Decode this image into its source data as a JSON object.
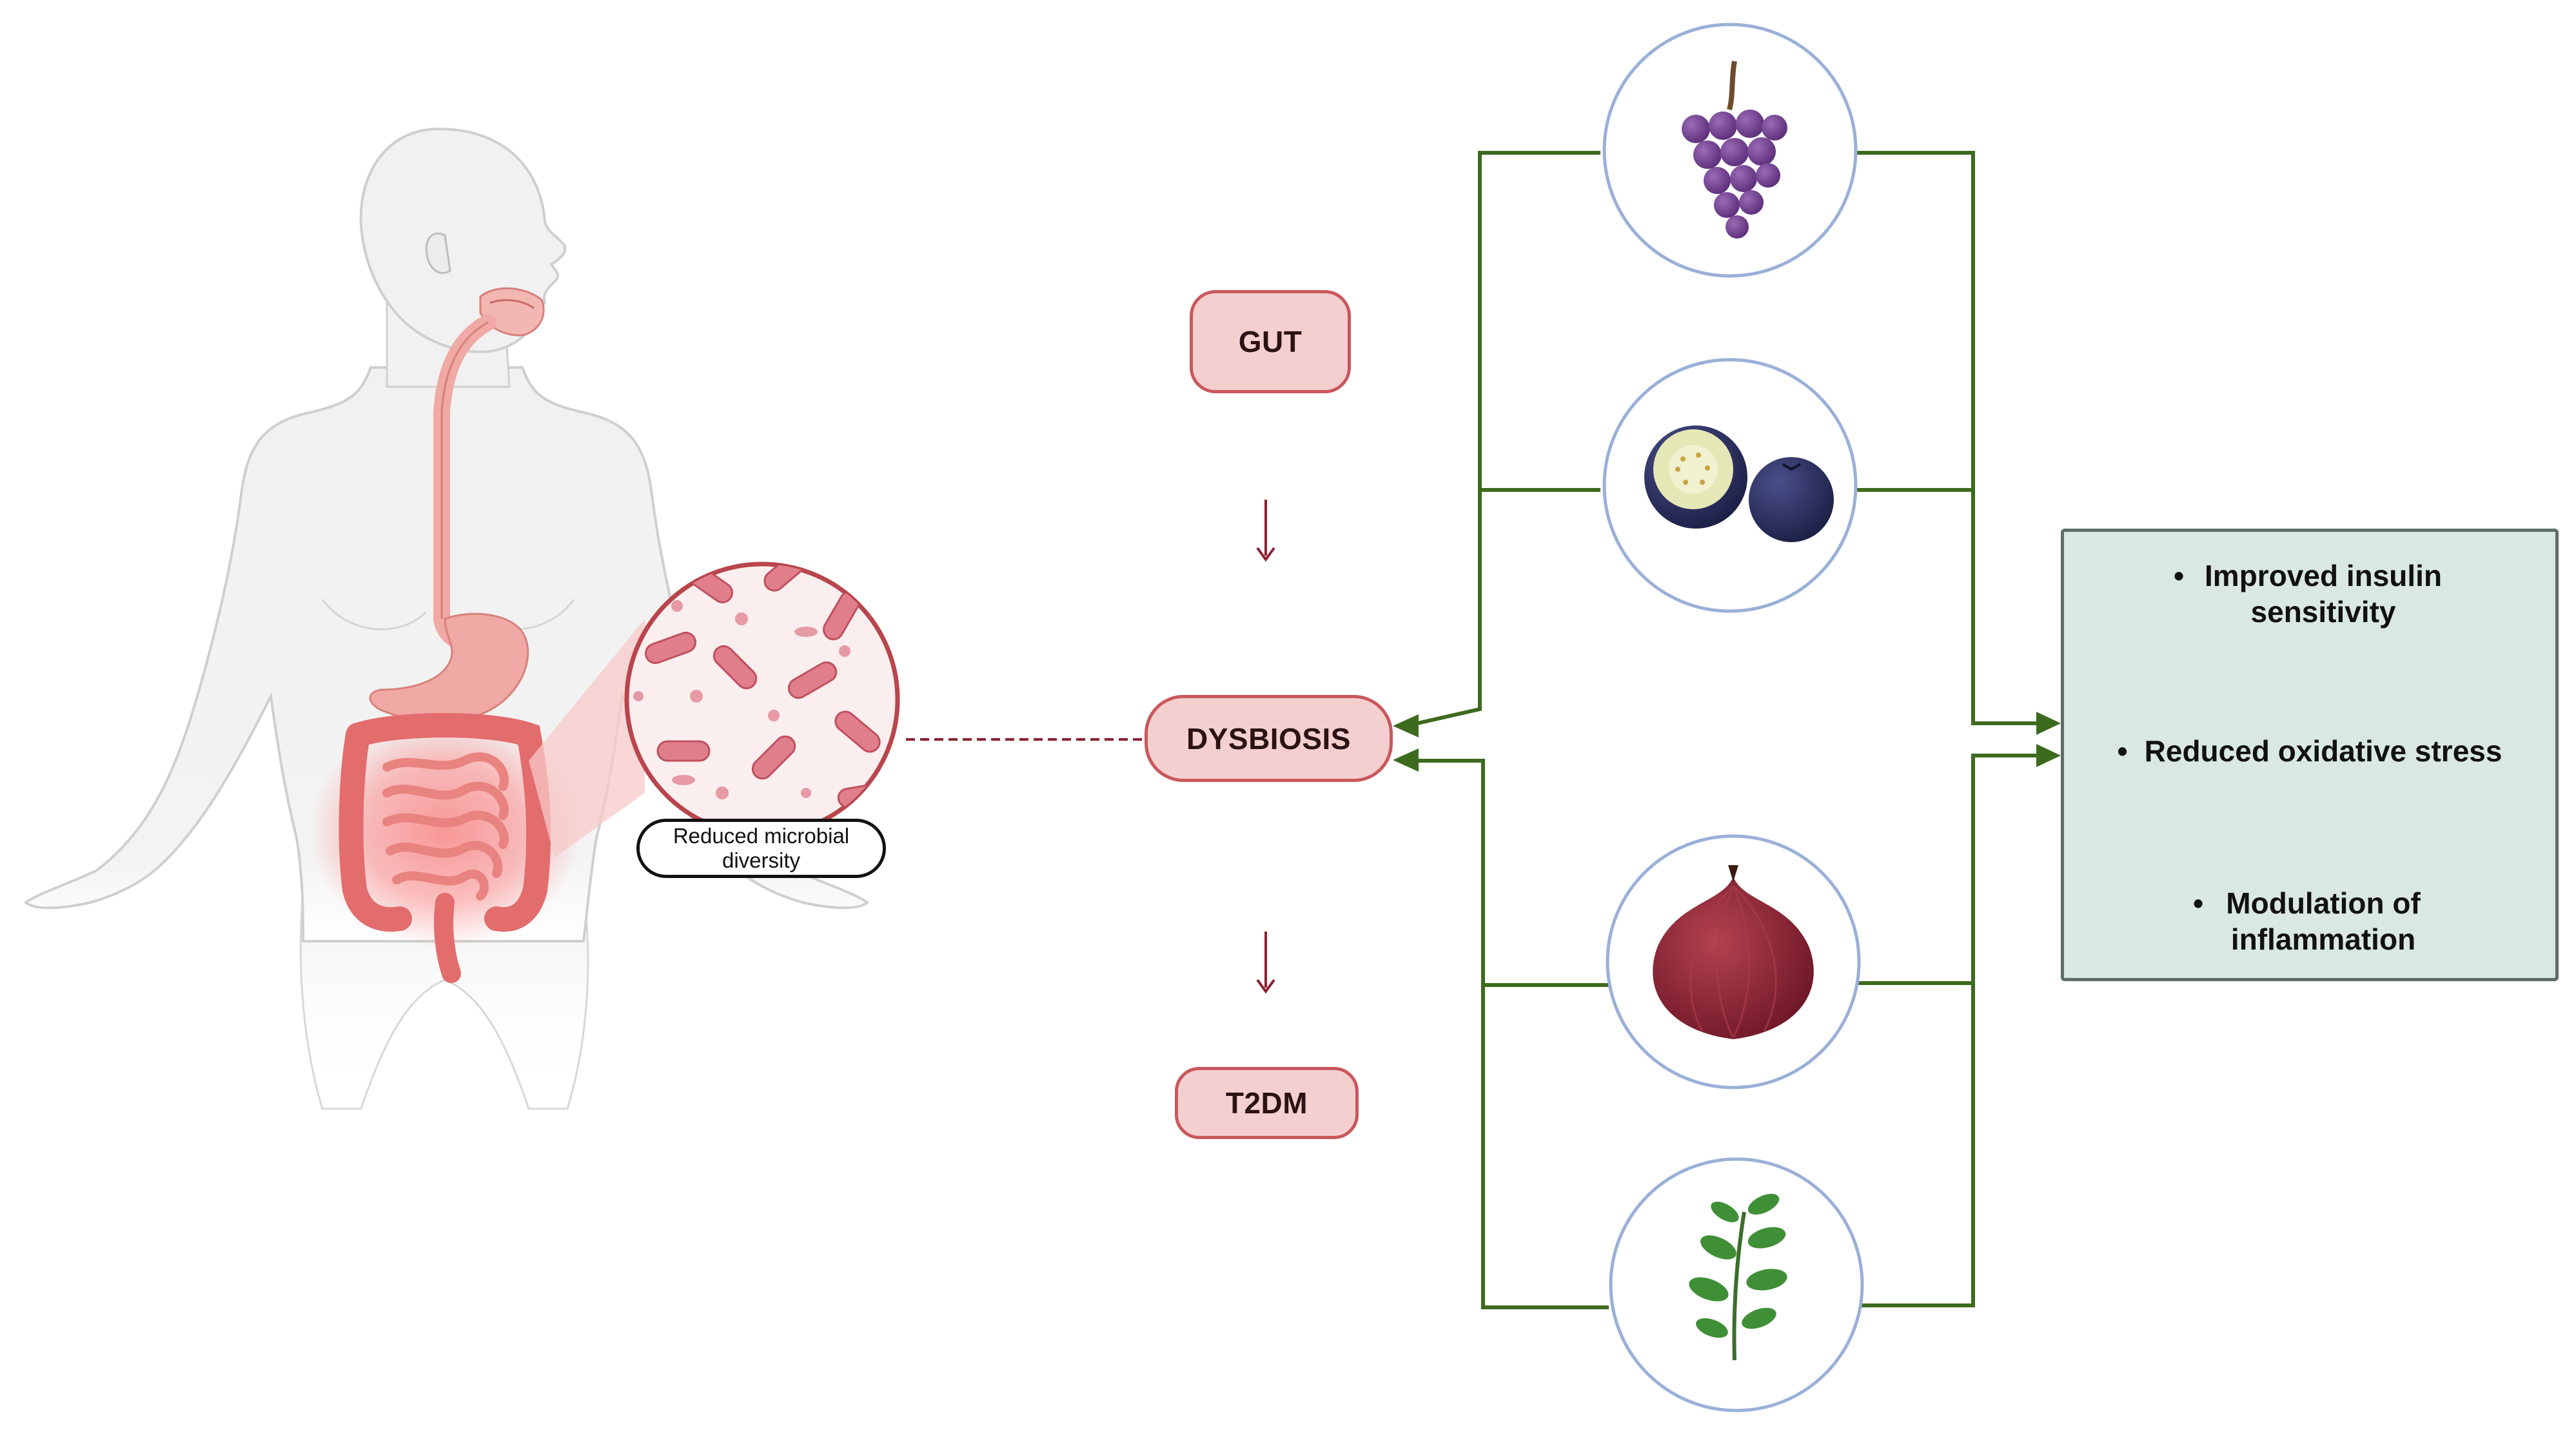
{
  "flow": {
    "gut_label": "GUT",
    "dysbiosis_label": "DYSBIOSIS",
    "t2dm_label": "T2DM"
  },
  "body_illustration": {
    "microbiome_label": "Reduced microbial diversity"
  },
  "foods": {
    "items": [
      "grapes",
      "blueberries",
      "red-onion",
      "herb-sprig"
    ]
  },
  "outcomes": {
    "items": [
      "Improved insulin sensitivity",
      "Reduced oxidative stress",
      "Modulation of inflammation"
    ]
  },
  "colors": {
    "arrow_green": "#3d6b1e",
    "pill_fill": "#f4cfd0",
    "pill_border": "#c9585c",
    "outcome_fill": "#d9e8e3",
    "dark_red": "#8b2233"
  }
}
